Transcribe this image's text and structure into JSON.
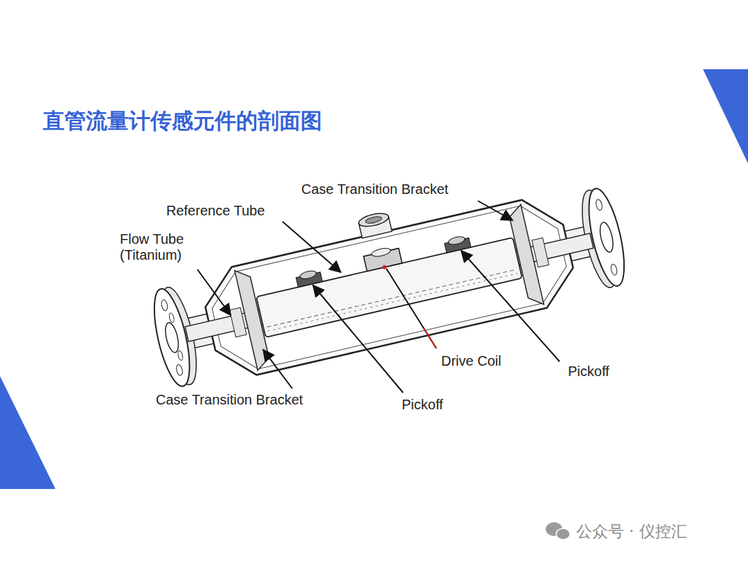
{
  "diagram": {
    "title": "直管流量计传感元件的剖面图",
    "labels": [
      "Case Transition Bracket",
      "Reference Tube",
      "Flow Tube (Titanium)",
      "Drive Coil",
      "Pickoff",
      "Case Transition Bracket",
      "Pickoff",
      "公众号 · 仪控汇"
    ]
  }
}
